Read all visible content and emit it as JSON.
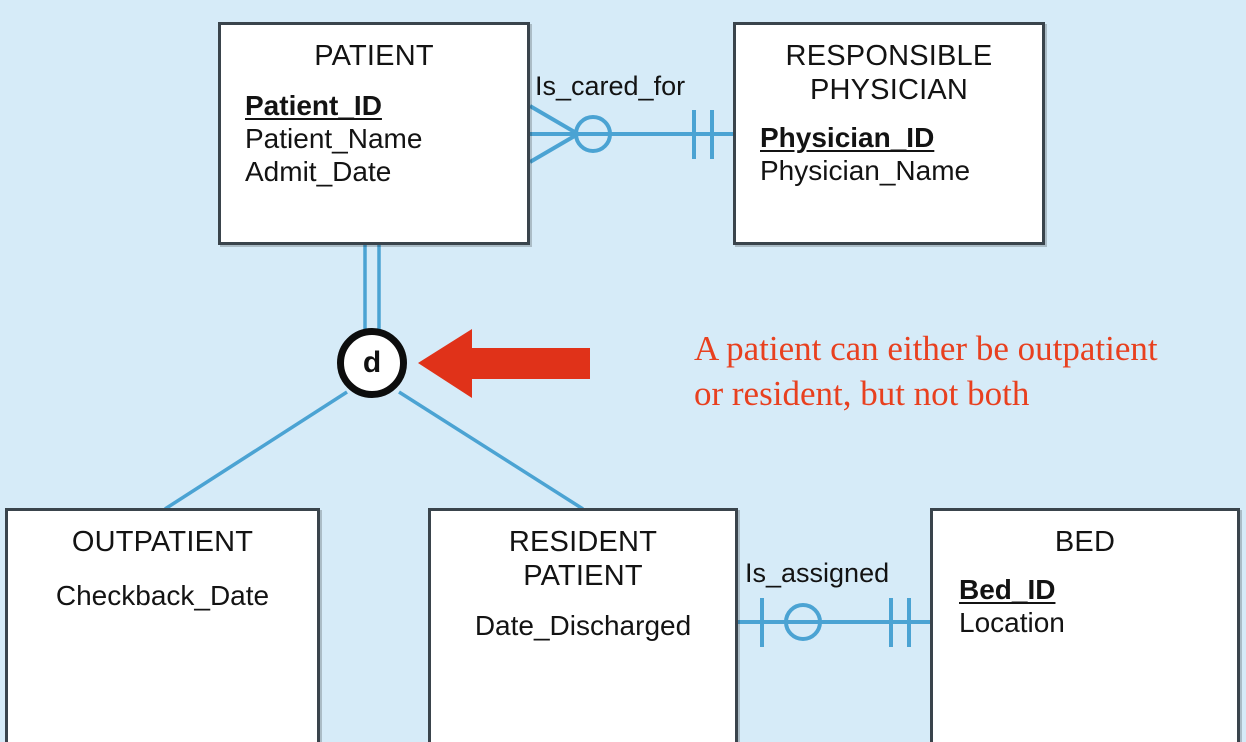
{
  "diagram": {
    "title": "Enhanced ER diagram with disjoint subtypes",
    "background_color": "#d6ebf8",
    "line_color": "#4ba3d3",
    "box_border_color": "#3a444c",
    "annotation_color": "#e8401f",
    "discriminator_color": "#0d0d0d"
  },
  "entities": {
    "patient": {
      "name": "PATIENT",
      "attributes": [
        {
          "label": "Patient_ID",
          "primary_key": true
        },
        {
          "label": "Patient_Name",
          "primary_key": false
        },
        {
          "label": "Admit_Date",
          "primary_key": false
        }
      ]
    },
    "physician": {
      "name": "RESPONSIBLE\nPHYSICIAN",
      "attributes": [
        {
          "label": "Physician_ID",
          "primary_key": true
        },
        {
          "label": "Physician_Name",
          "primary_key": false
        }
      ]
    },
    "outpatient": {
      "name": "OUTPATIENT",
      "attributes": [
        {
          "label": "Checkback_Date",
          "primary_key": false
        }
      ]
    },
    "resident_patient": {
      "name": "RESIDENT\nPATIENT",
      "attributes": [
        {
          "label": "Date_Discharged",
          "primary_key": false
        }
      ]
    },
    "bed": {
      "name": "BED",
      "attributes": [
        {
          "label": "Bed_ID",
          "primary_key": true
        },
        {
          "label": "Location",
          "primary_key": false
        }
      ]
    }
  },
  "relationships": {
    "is_cared_for": {
      "label": "Is_cared_for",
      "from": "PATIENT",
      "to": "RESPONSIBLE PHYSICIAN",
      "from_cardinality": "optional many",
      "to_cardinality": "mandatory one"
    },
    "is_assigned": {
      "label": "Is_assigned",
      "from": "RESIDENT PATIENT",
      "to": "BED",
      "from_cardinality": "optional one",
      "to_cardinality": "mandatory one"
    }
  },
  "discriminator": {
    "letter": "d",
    "meaning": "disjoint",
    "supertype": "PATIENT",
    "subtypes": [
      "OUTPATIENT",
      "RESIDENT PATIENT"
    ]
  },
  "annotation": {
    "text": "A patient can either be outpatient\nor resident, but not both",
    "points_to": "disjoint discriminator"
  }
}
